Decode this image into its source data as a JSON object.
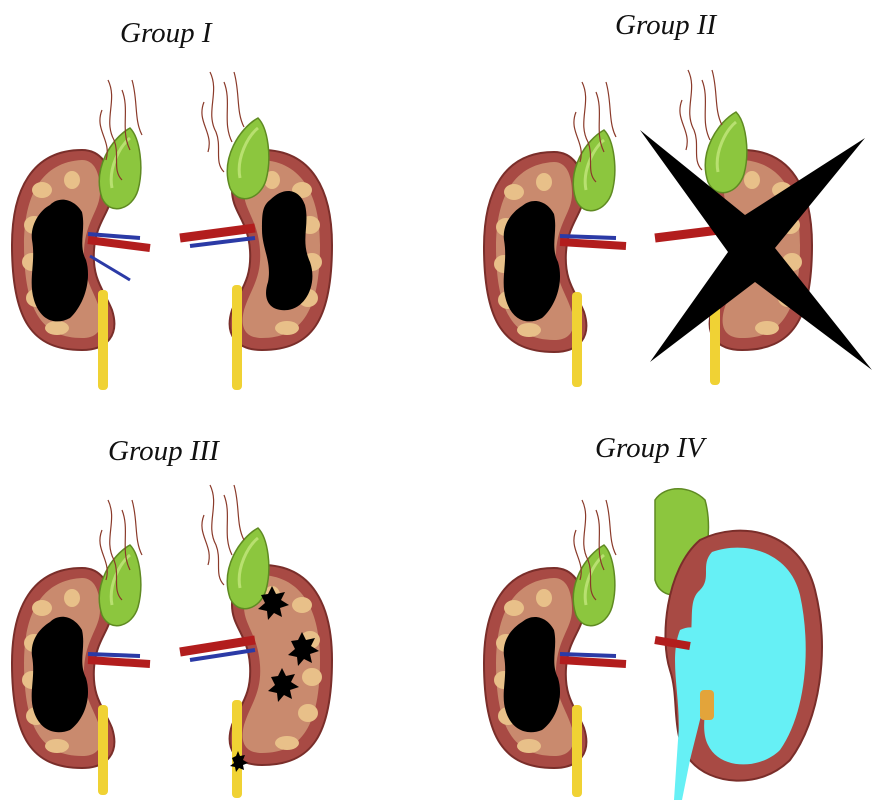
{
  "groups": [
    {
      "title": "Group I"
    },
    {
      "title": "Group II"
    },
    {
      "title": "Group III"
    },
    {
      "title": "Group IV"
    }
  ],
  "colors": {
    "capsule": "#a84a44",
    "cortex": "#c98a6e",
    "pyramid": "#e8c089",
    "adrenal": "#8cc63e",
    "artery": "#b21d1d",
    "vein": "#2b3aa6",
    "ureter": "#f0d234",
    "nerve": "#8a3a2a",
    "lesion": "#000000",
    "fluid": "#66f0f5"
  }
}
